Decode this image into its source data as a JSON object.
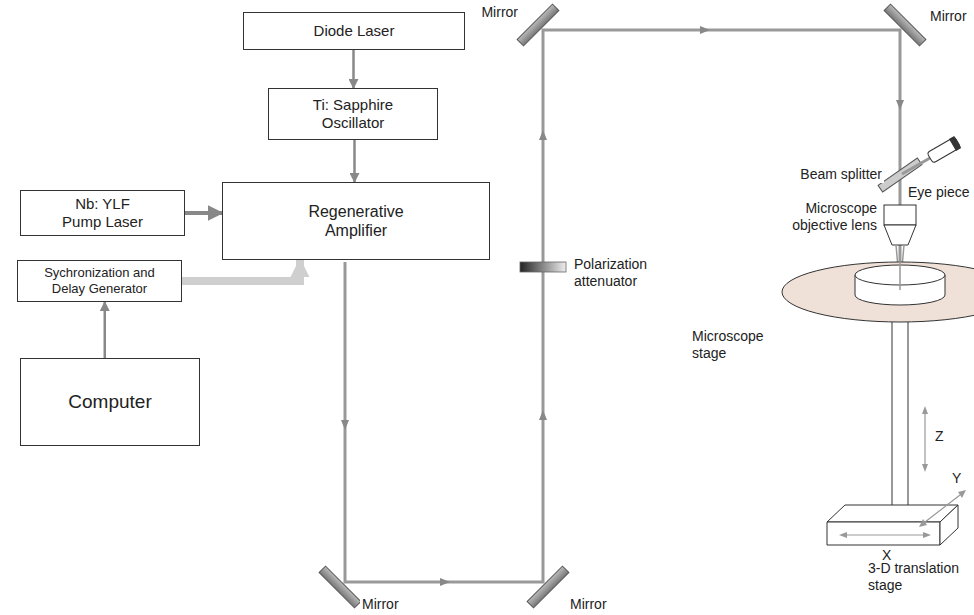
{
  "diagram": {
    "nodes": [
      {
        "text": [
          "Diode Laser"
        ]
      },
      {
        "text": [
          "Ti: Sapphire Oscillator"
        ]
      },
      {
        "text": [
          "Nb: YLF Pump Laser"
        ]
      },
      {
        "text": [
          "Regenerative Amplifier"
        ]
      },
      {
        "text": [
          "Sychronization and Delay Generator"
        ]
      },
      {
        "text": [
          "Computer"
        ]
      }
    ],
    "edges": [
      {
        "from": 0,
        "to": 1,
        "arrow": "to"
      },
      {
        "from": 1,
        "to": 3,
        "arrow": "to"
      },
      {
        "from": 2,
        "to": 3,
        "arrow": "to"
      },
      {
        "from": 4,
        "to": 3,
        "arrow": "to"
      },
      {
        "from": 5,
        "to": 4,
        "arrow": "to"
      }
    ],
    "labels": [
      "Mirror",
      "Mirror",
      "Beam splitter",
      "Eye piece",
      "Microscope objective lens",
      "Polarization attenuator",
      "Microscope stage",
      "Z",
      "Y",
      "X",
      "3-D translation stage",
      "Mirror",
      "Mirror"
    ]
  }
}
